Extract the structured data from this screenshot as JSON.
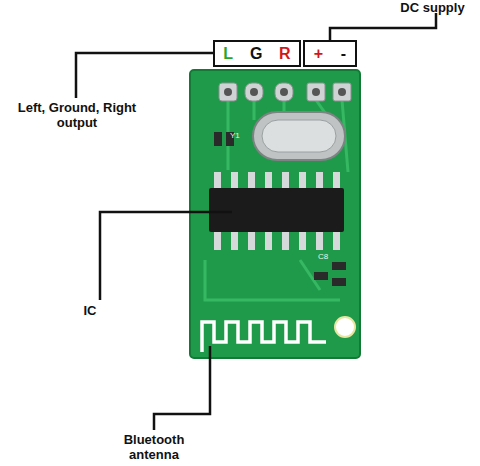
{
  "diagram": {
    "nodes": [
      {
        "text": [
          "L",
          "G",
          "R"
        ]
      },
      {
        "text": [
          "+",
          "-"
        ]
      }
    ],
    "labels": [
      "DC supply",
      "Left, Ground, Right output",
      "IC",
      "Bluetooth antenna",
      "Y1",
      "C8"
    ]
  }
}
